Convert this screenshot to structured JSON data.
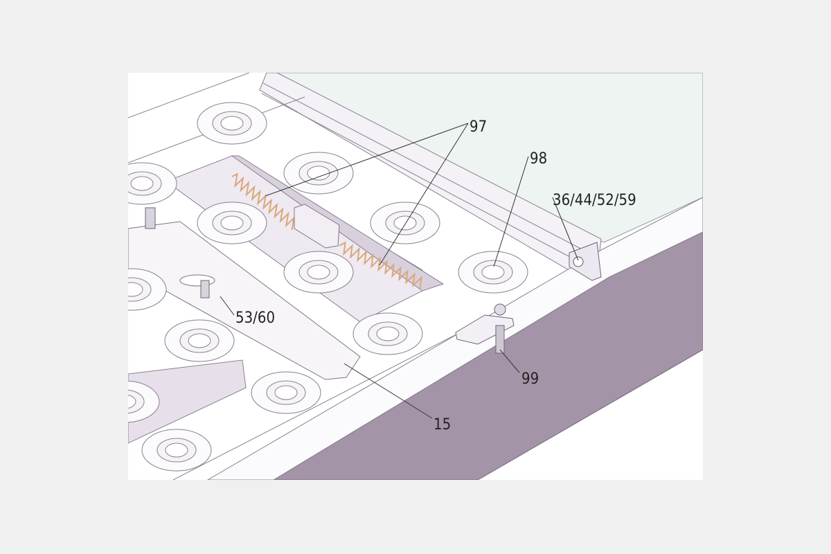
{
  "figure": {
    "callouts": [
      {
        "id": "spring",
        "text": "97"
      },
      {
        "id": "ball-transfer",
        "text": "98"
      },
      {
        "id": "hinge-bolt",
        "text": "36/44/52/59"
      },
      {
        "id": "slot-pin",
        "text": "53/60"
      },
      {
        "id": "latch-pin",
        "text": "99"
      },
      {
        "id": "slide-bar",
        "text": "15"
      }
    ],
    "colors": {
      "background": "#f0f0f0",
      "paper": "#ffffff",
      "side_wall": "#a394a8",
      "glass": "#eef4f1",
      "spring": "#d9a878"
    }
  }
}
